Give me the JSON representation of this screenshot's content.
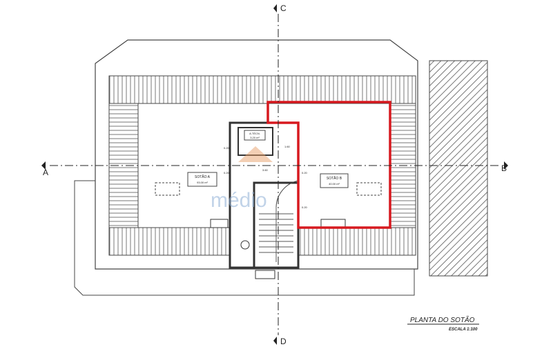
{
  "section_markers": {
    "top": "C",
    "bottom": "D",
    "left": "A",
    "right": "B"
  },
  "rooms": {
    "sotao_a": {
      "name": "SOTÃO A",
      "area": "93.00 m²"
    },
    "sotao_b": {
      "name": "SOTÃO B",
      "area": "40.00 m²"
    },
    "area_tecnica": {
      "name": "A.TÉCN.",
      "area": "3.20 m²"
    }
  },
  "dimensions": [
    "0.20",
    "1.60",
    "3.60",
    "0.20",
    "0.20",
    "0.20"
  ],
  "title": {
    "name": "PLANTA DO SOTÃO",
    "scale": "ESCALA 1:100"
  },
  "watermark": "médio",
  "colors": {
    "highlight": "#d7191f",
    "line": "#333333",
    "watermark": "#8fb0d6"
  }
}
